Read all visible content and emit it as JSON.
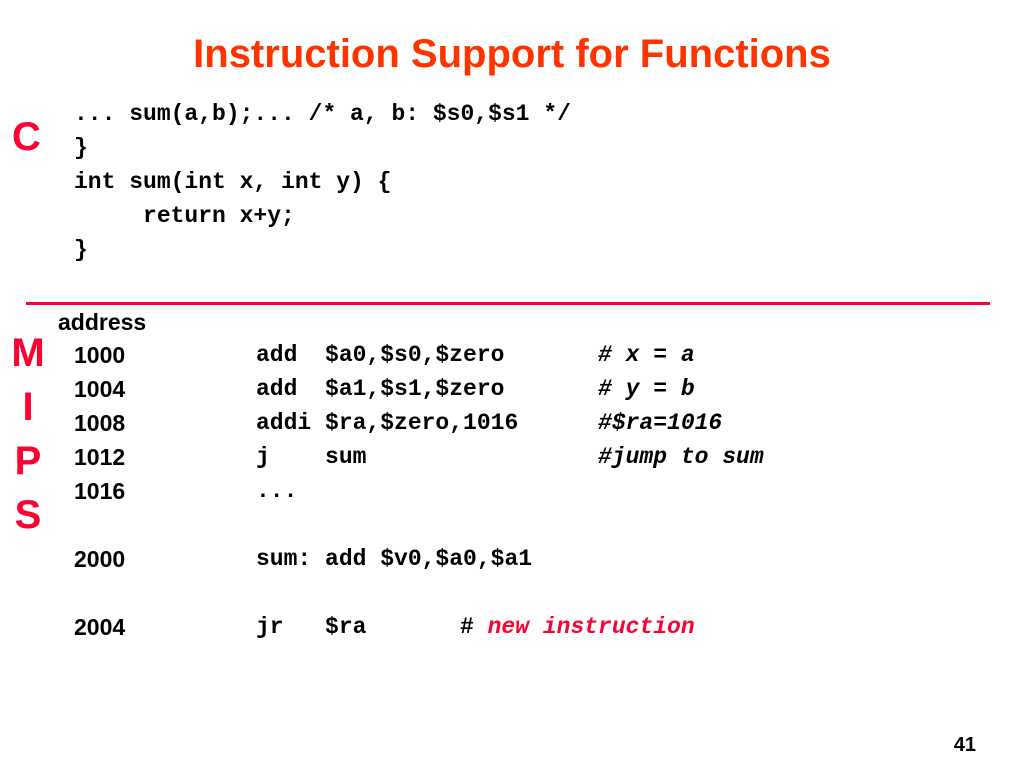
{
  "slide": {
    "title": "Instruction Support for Functions",
    "page_number": "41"
  },
  "c_section": {
    "label": "C",
    "lines": [
      "... sum(a,b);... /* a, b: $s0,$s1 */",
      "}",
      "int sum(int x, int y) {",
      "     return x+y;",
      "}"
    ]
  },
  "mips_section": {
    "letters": [
      "M",
      "I",
      "P",
      "S"
    ],
    "address_header": "address",
    "rows": [
      {
        "addr": "1000",
        "instr": "add  $a0,$s0,$zero",
        "comment": "# x = a"
      },
      {
        "addr": "1004",
        "instr": "add  $a1,$s1,$zero",
        "comment": "# y = b"
      },
      {
        "addr": "1008",
        "instr": "addi $ra,$zero,1016",
        "comment": "#$ra=1016"
      },
      {
        "addr": "1012",
        "instr": "j    sum",
        "comment": "#jump to sum"
      },
      {
        "addr": "1016",
        "instr": "...",
        "comment": ""
      },
      {
        "addr": "2000",
        "instr": "sum: add $v0,$a0,$a1",
        "comment": ""
      },
      {
        "addr": "2004",
        "instr": "jr   $ra",
        "comment_hash": "#",
        "comment_red": "new instruction"
      }
    ]
  },
  "colors": {
    "title": "#ff3300",
    "accent_red": "#ff0033",
    "text": "#000000",
    "background": "#ffffff"
  }
}
